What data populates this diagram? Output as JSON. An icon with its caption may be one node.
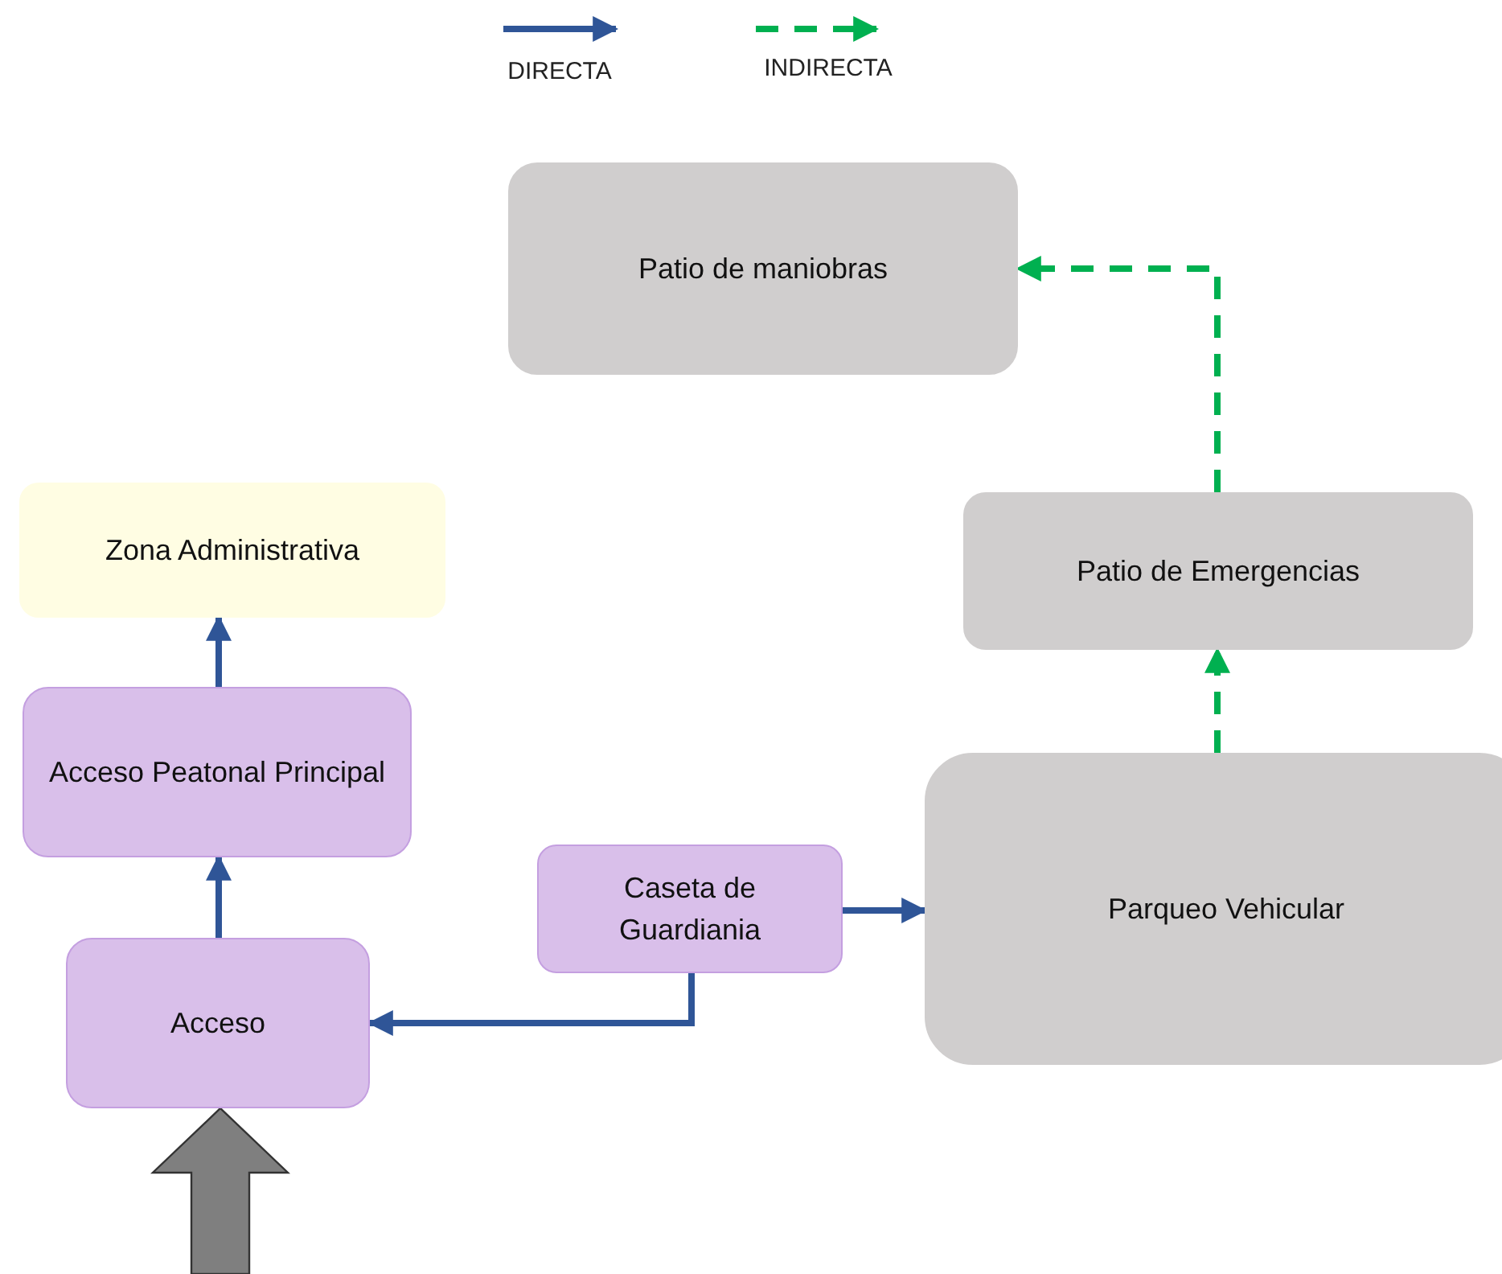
{
  "diagram": {
    "nodes": [
      {
        "text": [
          "Patio de maniobras"
        ]
      },
      {
        "text": [
          "Zona Administrativa"
        ]
      },
      {
        "text": [
          "Patio de Emergencias"
        ]
      },
      {
        "text": [
          "Acceso Peatonal Principal"
        ]
      },
      {
        "text": [
          "Caseta de Guardiania"
        ]
      },
      {
        "text": [
          "Parqueo Vehicular"
        ]
      },
      {
        "text": [
          "Acceso"
        ]
      }
    ],
    "edges": [
      {
        "from": 6,
        "to": 3,
        "arrow": "to"
      },
      {
        "from": 3,
        "to": 1,
        "arrow": "to"
      },
      {
        "from": 4,
        "to": 6,
        "arrow": "to"
      },
      {
        "from": 4,
        "to": 5,
        "arrow": "to"
      },
      {
        "from": 5,
        "to": 2,
        "arrow": "to",
        "style": "dashed",
        "color": "#00b050"
      },
      {
        "from": 2,
        "to": 0,
        "arrow": "to",
        "style": "dashed",
        "color": "#00b050"
      },
      {
        "from": null,
        "to": 6,
        "arrow": "to",
        "style": "thick",
        "color": "#7f7f7f"
      }
    ],
    "legend": [
      {
        "text": "DIRECTA"
      },
      {
        "text": "INDIRECTA"
      }
    ]
  }
}
